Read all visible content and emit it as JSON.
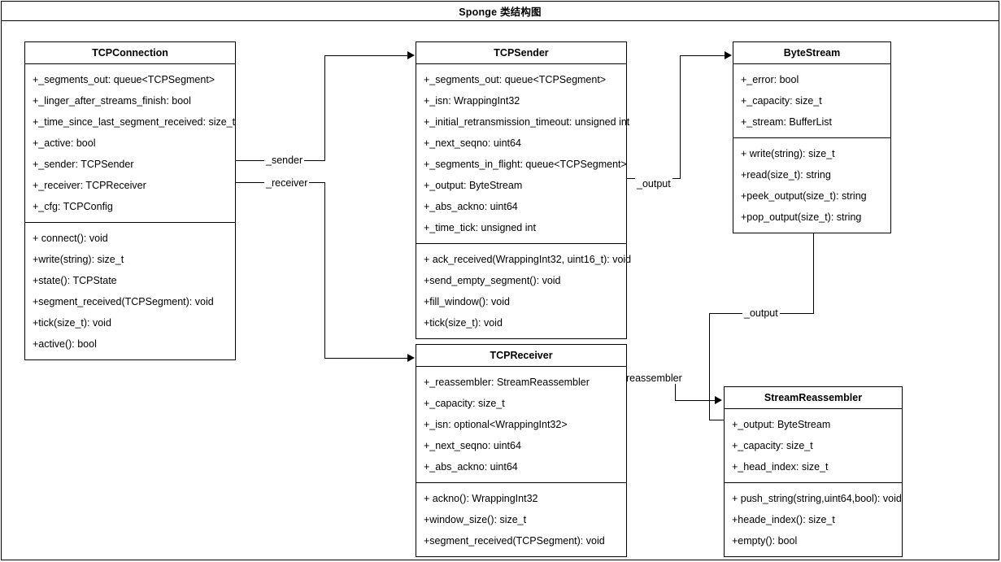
{
  "diagram": {
    "title": "Sponge 类结构图",
    "type": "uml-class-diagram"
  },
  "classes": [
    {
      "id": "tcpconnection",
      "name": "TCPConnection",
      "attributes": [
        "+_segments_out: queue<TCPSegment>",
        "+_linger_after_streams_finish: bool",
        "+_time_since_last_segment_received: size_t",
        "+_active: bool",
        "+_sender: TCPSender",
        "+_receiver: TCPReceiver",
        "+_cfg: TCPConfig"
      ],
      "methods": [
        "+ connect(): void",
        "+write(string): size_t",
        "+state(): TCPState",
        "+segment_received(TCPSegment): void",
        "+tick(size_t): void",
        "+active(): bool"
      ]
    },
    {
      "id": "tcpsender",
      "name": "TCPSender",
      "attributes": [
        "+_segments_out: queue<TCPSegment>",
        "+_isn: WrappingInt32",
        "+_initial_retransmission_timeout: unsigned int",
        "+_next_seqno: uint64",
        "+_segments_in_flight: queue<TCPSegment>",
        "+_output: ByteStream",
        "+_abs_ackno: uint64",
        "+_time_tick: unsigned int"
      ],
      "methods": [
        "+ ack_received(WrappingInt32, uint16_t): void",
        "+send_empty_segment(): void",
        "+fill_window(): void",
        "+tick(size_t): void"
      ]
    },
    {
      "id": "bytestream",
      "name": "ByteStream",
      "attributes": [
        "+_error: bool",
        "+_capacity: size_t",
        "+_stream: BufferList"
      ],
      "methods": [
        "+ write(string): size_t",
        "+read(size_t): string",
        "+peek_output(size_t): string",
        "+pop_output(size_t): string"
      ]
    },
    {
      "id": "tcpreceiver",
      "name": "TCPReceiver",
      "attributes": [
        "+_reassembler: StreamReassembler",
        "+_capacity: size_t",
        "+_isn: optional<WrappingInt32>",
        "+_next_seqno: uint64",
        "+_abs_ackno: uint64"
      ],
      "methods": [
        "+ ackno(): WrappingInt32",
        "+window_size(): size_t",
        "+segment_received(TCPSegment): void"
      ]
    },
    {
      "id": "streamreassembler",
      "name": "StreamReassembler",
      "attributes": [
        "+_output: ByteStream",
        "+_capacity: size_t",
        "+_head_index: size_t"
      ],
      "methods": [
        "+ push_string(string,uint64,bool): void",
        "+heade_index(): size_t",
        "+empty(): bool"
      ]
    }
  ],
  "edges": [
    {
      "id": "conn-sender",
      "label": "_sender",
      "from": "tcpconnection",
      "to": "tcpsender"
    },
    {
      "id": "conn-receiver",
      "label": "_receiver",
      "from": "tcpconnection",
      "to": "tcpreceiver"
    },
    {
      "id": "sender-output",
      "label": "_output",
      "from": "tcpsender",
      "to": "bytestream"
    },
    {
      "id": "receiver-reassembler",
      "label": "_reassembler",
      "from": "tcpreceiver",
      "to": "streamreassembler"
    },
    {
      "id": "reassembler-output",
      "label": "_output",
      "from": "streamreassembler",
      "to": "bytestream"
    }
  ],
  "colors": {
    "background": "#ffffff",
    "stroke": "#000000",
    "text": "#000000"
  }
}
